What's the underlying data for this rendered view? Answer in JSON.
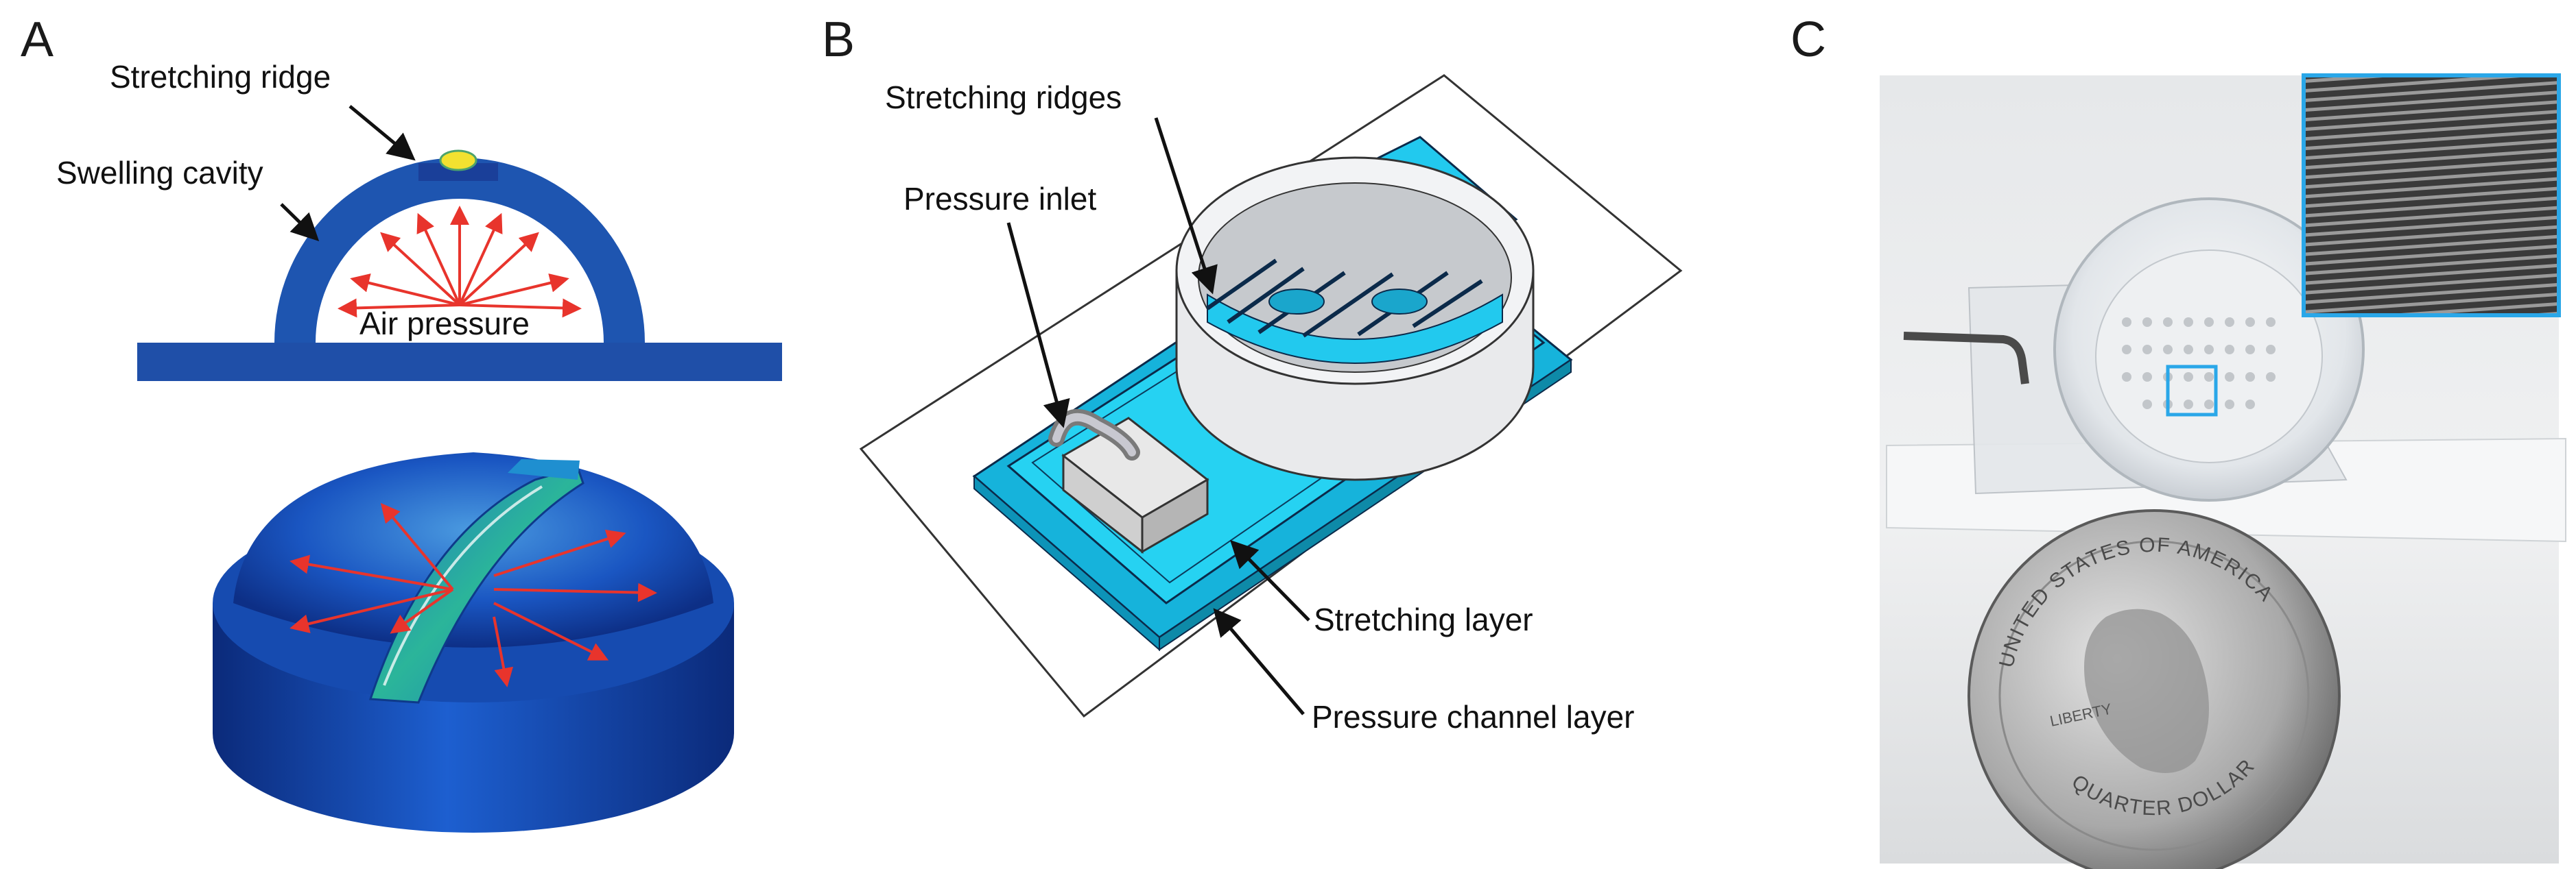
{
  "panels": {
    "a": {
      "letter": "A",
      "labels": {
        "stretching_ridge": "Stretching ridge",
        "swelling_cavity": "Swelling cavity",
        "air_pressure": "Air pressure"
      }
    },
    "b": {
      "letter": "B",
      "labels": {
        "stretching_ridges": "Stretching ridges",
        "pressure_inlet": "Pressure inlet",
        "stretching_layer": "Stretching layer",
        "pressure_channel_layer": "Pressure channel layer"
      }
    },
    "c": {
      "letter": "C",
      "coin_text_top": "UNITED STATES OF AMERICA",
      "coin_text_bottom": "QUARTER DOLLAR",
      "coin_text_liberty": "LIBERTY"
    }
  },
  "colors": {
    "deep_blue": "#1f4fa8",
    "cavity_blue": "#1e55b0",
    "ridge_yellow": "#f2e130",
    "cyan_layer": "#1fc7ee",
    "arrow_red": "#e8342c",
    "inset_border": "#2aa7e8"
  }
}
